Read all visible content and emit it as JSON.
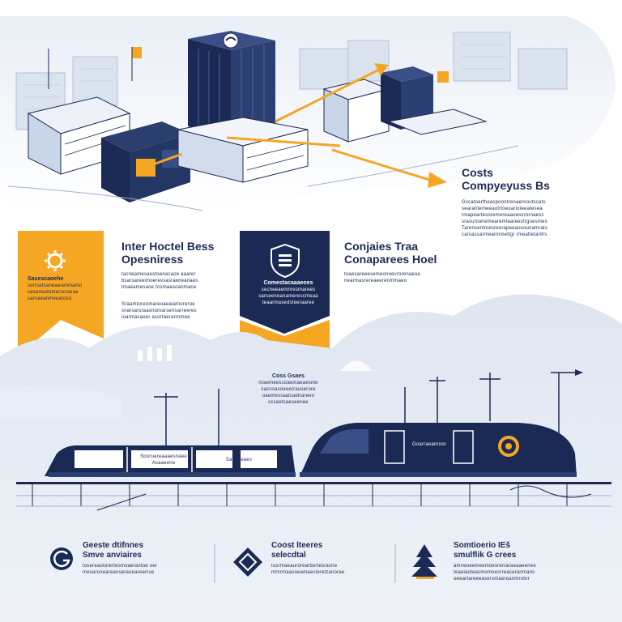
{
  "colors": {
    "navy": "#1b2a55",
    "orange": "#f5a623",
    "light_blue": "#dfe6f1",
    "mid_blue": "#9fb1cf"
  },
  "top_right": {
    "title_line1": "Costs",
    "title_line2": "Compyeyuss Bs",
    "body": [
      "Gscatoertheaspoontrenaereoutscats",
      "searantemeeaotrtoeuarioteeatesea",
      "rmapeartesoremereaaoessrornaess",
      "srasunseremearemlaareestrgoesmes",
      "Tarensemtoesreerapeeaosounamrats",
      "carsassarmearmmettgr rmeattetantrs"
    ]
  },
  "left_panel": {
    "heading_line1": "Inter Hoctel Bess",
    "heading_line2": "Opesniress",
    "banner_title": "Sasescaoehe",
    "banner_body": [
      "sorrsetsaneaerenmamo",
      "sasaneatomarscsarae",
      "sarsaeanmeeatoso"
    ],
    "body_a": [
      "tacneamesaestoenacaoe aaarer",
      "bsarsareeimoerevsasrawreanaes",
      "tmaeamesaoe tcomaasoanmace"
    ],
    "body_b": [
      "Sraamtoreomareoaeaiamoreroe",
      "snarsarsraaxnomarserisarreeres",
      "ioarmasaoer acortaerarromee"
    ]
  },
  "center_panel": {
    "heading_line1": "Conjaies Traa",
    "heading_line2": "Conaparees Hoel",
    "banner_title": "Comestacaaaeoes",
    "banner_body": [
      "secneeaenmresmarees",
      "sarseeneanamerescmeaa",
      "teaarmasedsteeraaree"
    ],
    "orange_title": "Coss Gsaes",
    "orange_body": [
      "nraemeessoaemaeaesmo",
      "sacosasoeeerrauserore",
      "oaemesraatsaetrareeo",
      "ccseetsaeseenee"
    ],
    "body": [
      "toaesareeesemeonoevrorenaeae",
      "nearmasrereaeerenmmaeo"
    ]
  },
  "train": {
    "short_label_1": "Sooruareaaaesnaee",
    "short_label_2": "Asaaeene",
    "short_label_3": "Saaeeeaes",
    "long_label": "Goarraeanroor"
  },
  "bottom": [
    {
      "icon": "g-icon",
      "title_line1": "Geeste dtifnnes",
      "title_line2": "Smve anviaires",
      "body": [
        "tosereaotorertesmoaerantoe oer",
        "mesaroneareanseraoeareerrue"
      ]
    },
    {
      "icon": "diamond-icon",
      "title_line1": "Coost lteeres",
      "title_line2": "selecdtal",
      "body": [
        "tosrmaeaurorearbortesrasne",
        "mrnrmaasoeamaesterelzanorae"
      ]
    },
    {
      "icon": "tree-icon",
      "title_line1": "Somtioerio IEš",
      "title_line2": "smulflik G crees",
      "body": [
        "amneoeemeemoesrerraraeaaeenee",
        "teaeiaoteasmomoesrreaceranmans",
        "oeeartareeeasersmaereanmrotnr"
      ]
    }
  ]
}
